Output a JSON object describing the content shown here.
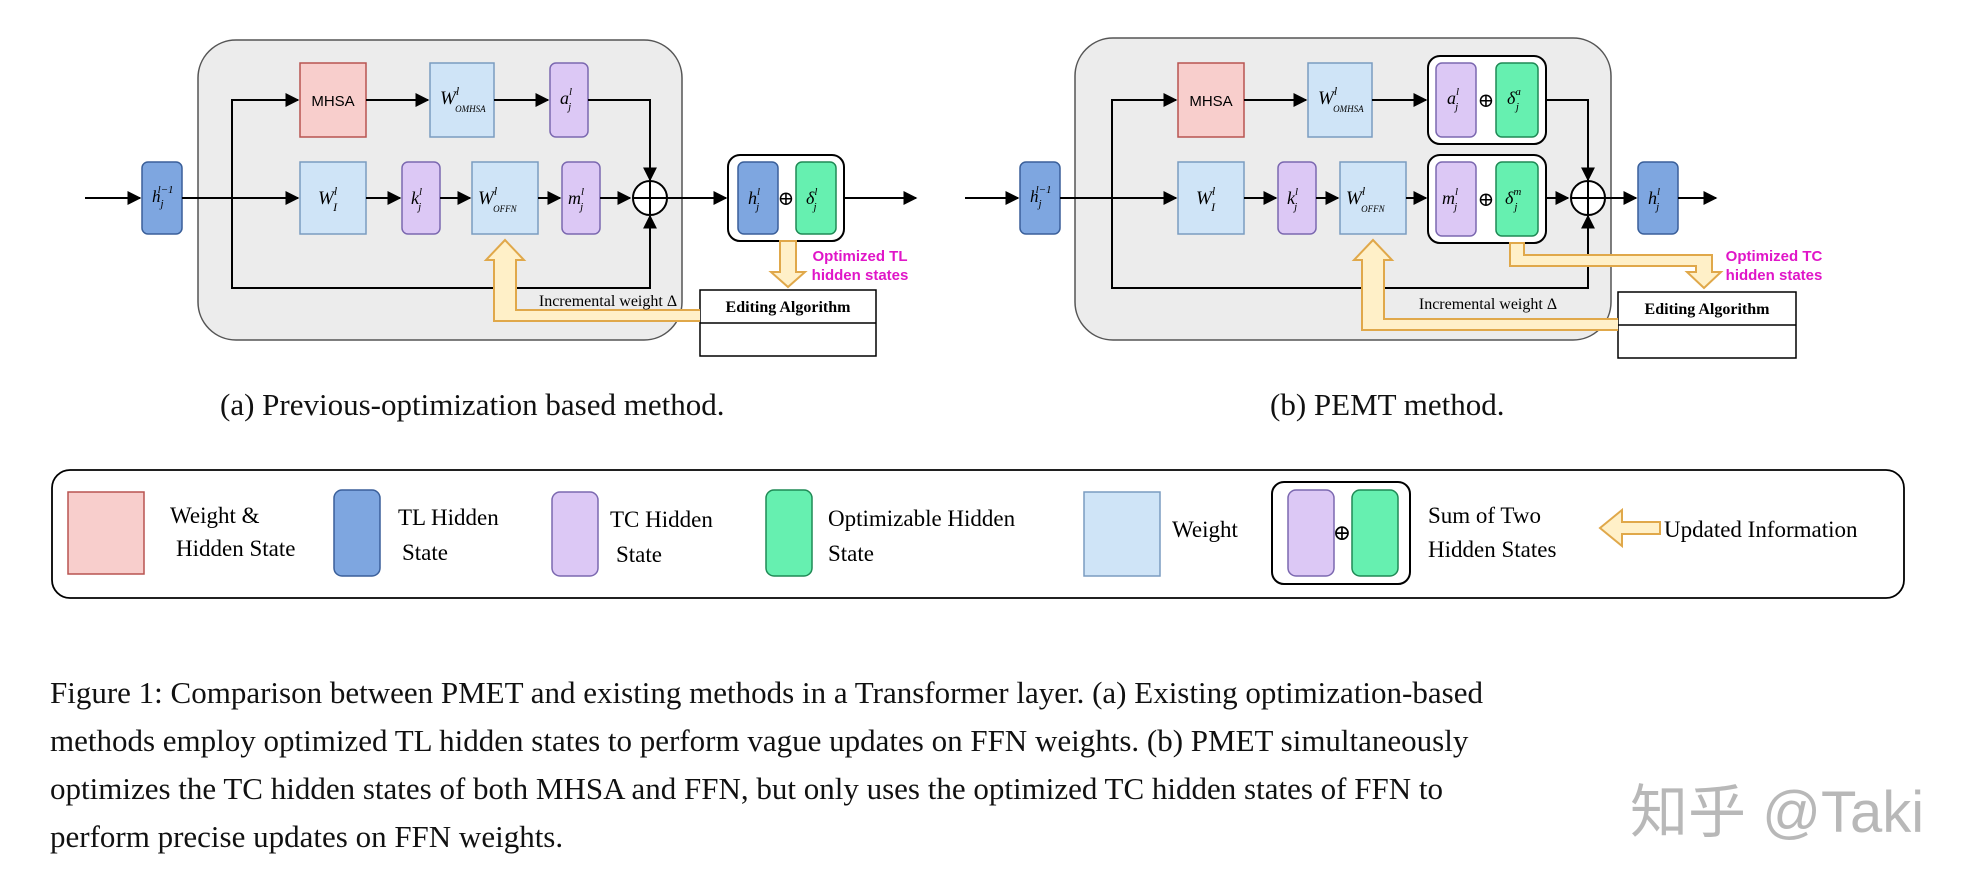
{
  "colors": {
    "mhsa_fill": "#f8cecc",
    "mhsa_stroke": "#b85450",
    "tl_fill": "#7ea6e0",
    "tl_stroke": "#3a5f9a",
    "tc_fill": "#dcc8f5",
    "tc_stroke": "#7b68b0",
    "opt_fill": "#66f0b0",
    "opt_stroke": "#1f8a55",
    "weight_fill": "#cfe4f7",
    "weight_stroke": "#7a9cc0",
    "panel_fill": "#ececec",
    "panel_stroke": "#555555",
    "arrow_fill": "#fff0c8",
    "arrow_stroke": "#e0a84a",
    "magenta": "#e016c8"
  },
  "icons": [
    "circle-plus-icon",
    "hollow-arrow-icon",
    "arrow-head-icon"
  ],
  "panel_a": {
    "input_label": "h",
    "input_sub": "j",
    "input_sup": "l−1",
    "mhsa_label": "MHSA",
    "wo_mhsa_main": "W",
    "wo_mhsa_sup": "l",
    "wo_mhsa_sub": "OMHSA",
    "a_main": "a",
    "a_sup": "l",
    "a_sub": "j",
    "wi_main": "W",
    "wi_sup": "l",
    "wi_sub": "I",
    "k_main": "k",
    "k_sup": "l",
    "k_sub": "j",
    "wo_ffn_main": "W",
    "wo_ffn_sup": "l",
    "wo_ffn_sub": "OFFN",
    "m_main": "m",
    "m_sup": "l",
    "m_sub": "j",
    "out_h_main": "h",
    "out_h_sup": "l",
    "out_h_sub": "j",
    "delta_main": "δ",
    "delta_sup": "l",
    "delta_sub": "j",
    "plus": "⊕",
    "optimized_line1": "Optimized TL",
    "optimized_line2": "hidden states",
    "incremental": "Incremental weight Δ",
    "editing": "Editing Algorithm",
    "caption": "(a)  Previous-optimization based method."
  },
  "panel_b": {
    "input_label": "h",
    "input_sub": "j",
    "input_sup": "l−1",
    "mhsa_label": "MHSA",
    "wo_mhsa_main": "W",
    "wo_mhsa_sup": "l",
    "wo_mhsa_sub": "OMHSA",
    "a_main": "a",
    "a_sup": "l",
    "a_sub": "j",
    "delta_a_main": "δ",
    "delta_a_sup": "a",
    "delta_a_sub": "j",
    "wi_main": "W",
    "wi_sup": "l",
    "wi_sub": "I",
    "k_main": "k",
    "k_sup": "l",
    "k_sub": "j",
    "wo_ffn_main": "W",
    "wo_ffn_sup": "l",
    "wo_ffn_sub": "OFFN",
    "m_main": "m",
    "m_sup": "l",
    "m_sub": "j",
    "delta_m_main": "δ",
    "delta_m_sup": "m",
    "delta_m_sub": "j",
    "out_main": "h",
    "out_sup": "l",
    "out_sub": "j",
    "plus": "⊕",
    "optimized_line1": "Optimized TC",
    "optimized_line2": "hidden states",
    "incremental": "Incremental weight Δ",
    "editing": "Editing Algorithm",
    "caption": "(b)  PEMT method."
  },
  "legend": {
    "weight_hidden_line1": "Weight &",
    "weight_hidden_line2": "Hidden State",
    "tl_line1": "TL Hidden",
    "tl_line2": "State",
    "tc_line1": "TC Hidden",
    "tc_line2": "State",
    "opt_line1": "Optimizable Hidden",
    "opt_line2": "State",
    "weight": "Weight",
    "sum_line1": "Sum of Two",
    "sum_line2": "Hidden States",
    "plus": "⊕",
    "updated": "Updated Information"
  },
  "caption": {
    "line1": "Figure 1: Comparison between PMET and existing methods in a Transformer layer. (a) Existing optimization-based",
    "line2": "methods employ optimized TL hidden states to perform vague updates on FFN weights. (b) PMET simultaneously",
    "line3": "optimizes the TC hidden states of both MHSA and FFN, but only uses the optimized TC hidden states of FFN to",
    "line4": "perform precise updates on FFN weights."
  },
  "watermark": "知乎 @Taki"
}
